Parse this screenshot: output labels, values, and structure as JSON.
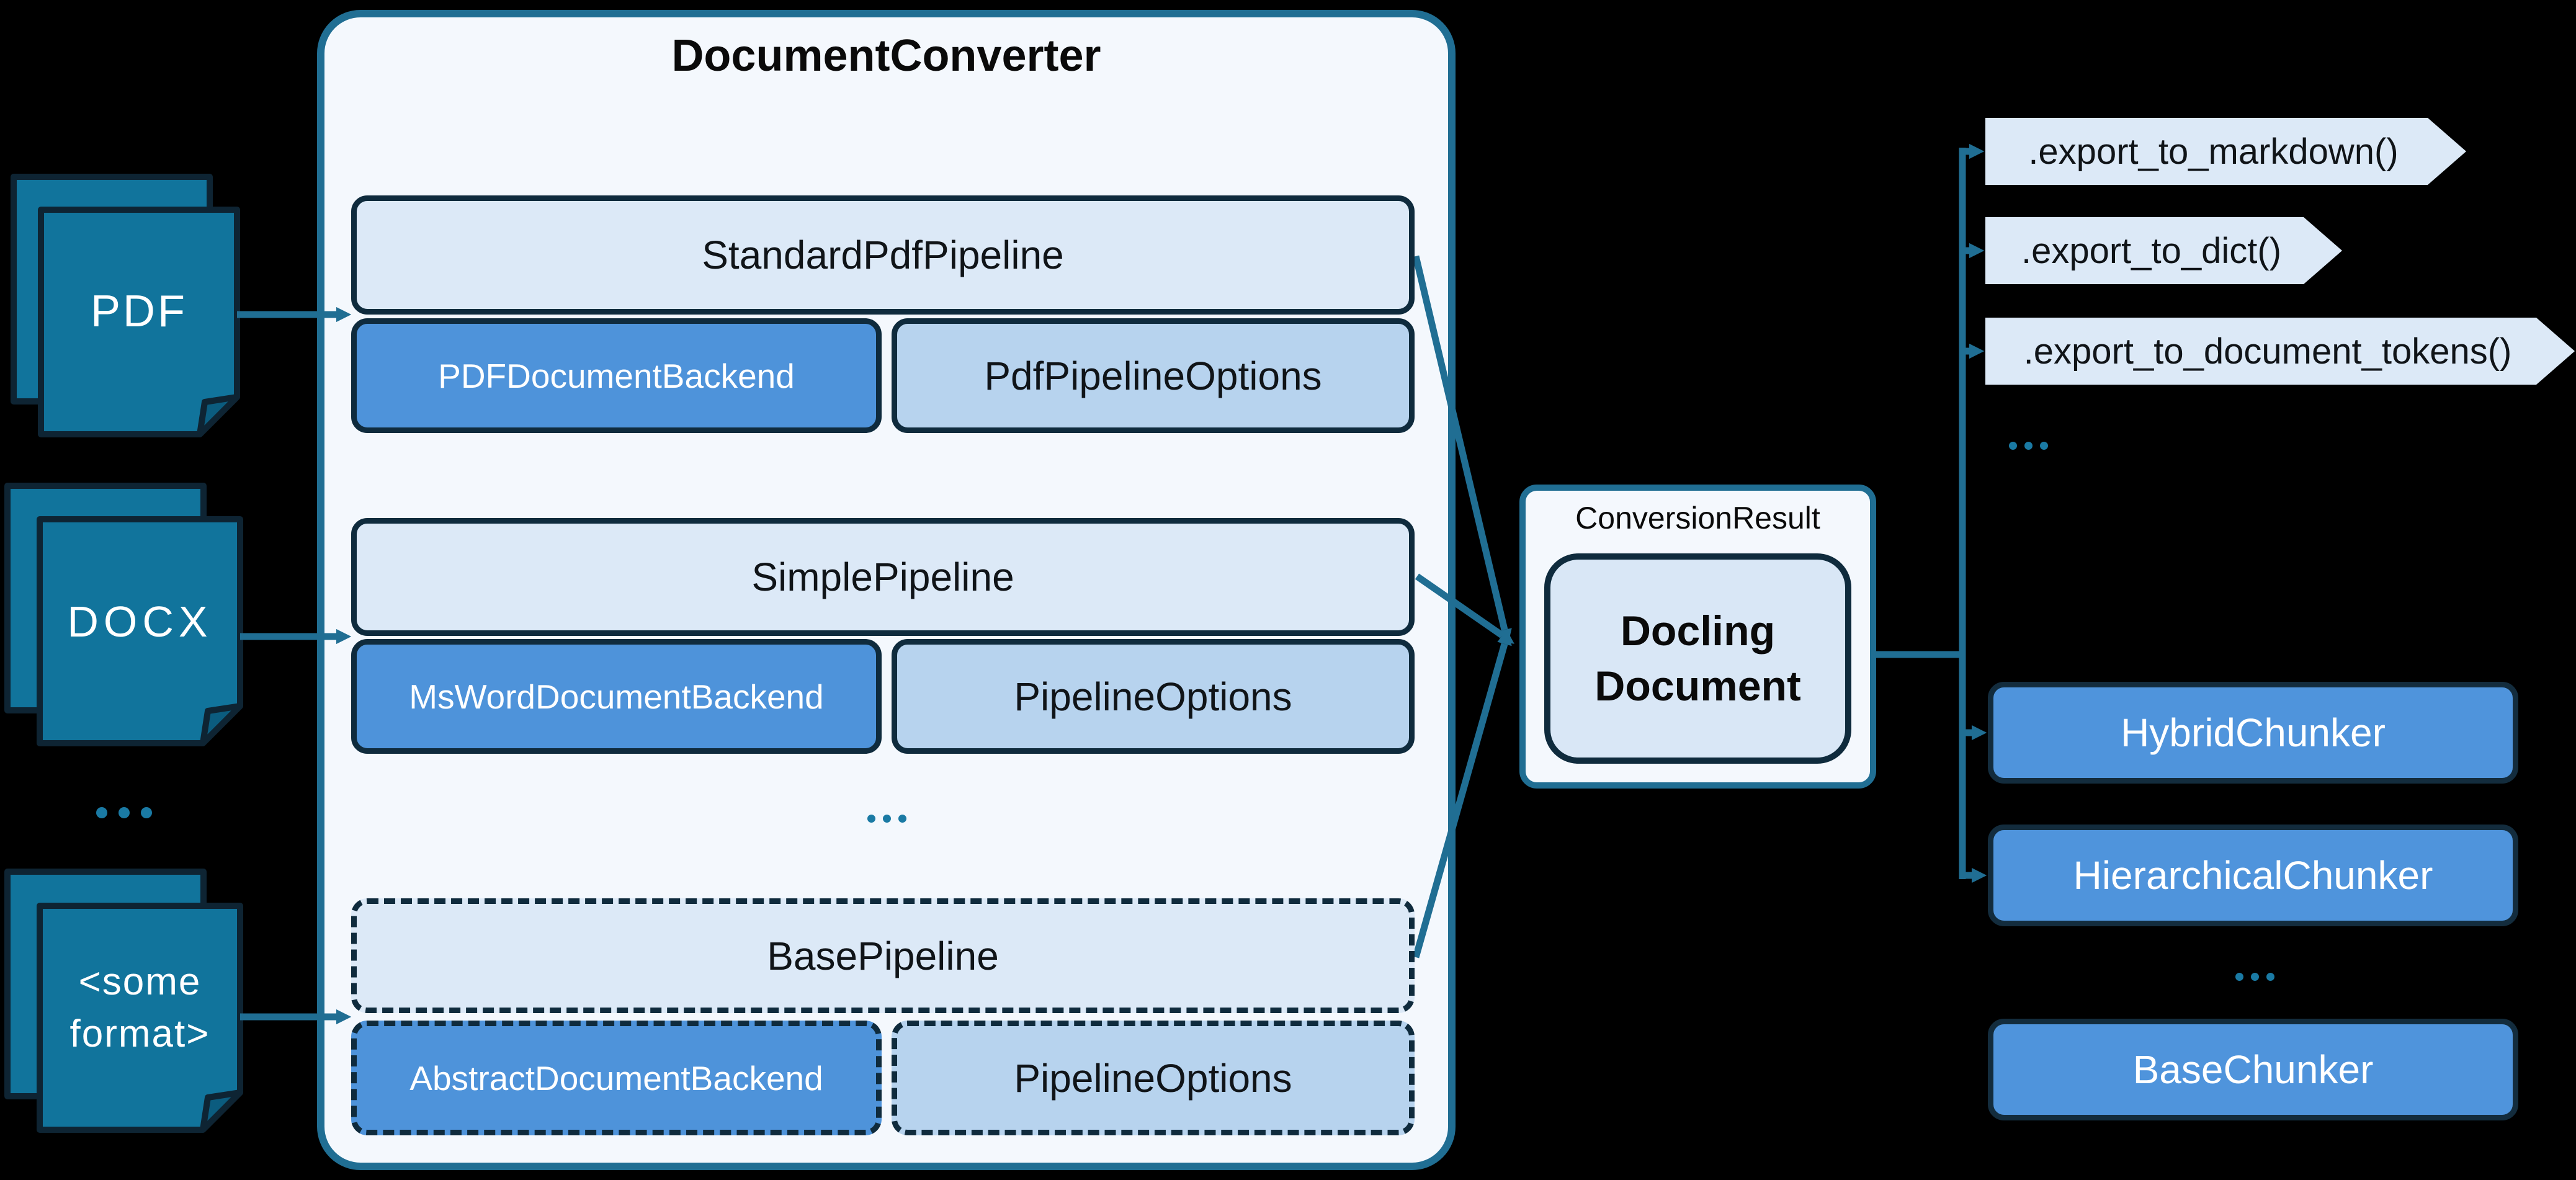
{
  "converter": {
    "title": "DocumentConverter",
    "pipelines": [
      {
        "name": "StandardPdfPipeline",
        "backend": "PDFDocumentBackend",
        "options": "PdfPipelineOptions",
        "style": "solid"
      },
      {
        "name": "SimplePipeline",
        "backend": "MsWordDocumentBackend",
        "options": "PipelineOptions",
        "style": "solid"
      },
      {
        "name": "BasePipeline",
        "backend": "AbstractDocumentBackend",
        "options": "PipelineOptions",
        "style": "dashed"
      }
    ],
    "more_pipelines_ellipsis": "..."
  },
  "inputs": {
    "documents": [
      {
        "label": "PDF"
      },
      {
        "label": "DOCX"
      },
      {
        "label": "<some format>"
      }
    ],
    "more_formats_ellipsis": "..."
  },
  "result": {
    "container_label": "ConversionResult",
    "document_label": "Docling Document"
  },
  "exports": {
    "methods": [
      ".export_to_markdown()",
      ".export_to_dict()",
      ".export_to_document_tokens()"
    ],
    "more_methods_ellipsis": "..."
  },
  "chunkers": {
    "items": [
      {
        "label": "HybridChunker",
        "style": "solid"
      },
      {
        "label": "HierarchicalChunker",
        "style": "solid"
      },
      {
        "label": "BaseChunker",
        "style": "dashed"
      }
    ],
    "more_chunkers_ellipsis": "..."
  },
  "colors": {
    "connector": "#206e93",
    "document_icon_fill": "#11749c",
    "dark_border": "#0f2b3d",
    "pipeline_fill": "#dce9f7",
    "backend_fill": "#4e93da",
    "options_fill": "#b7d3ee",
    "panel_fill": "#f4f8fd",
    "docling_document_fill": "#d9e7f6",
    "pennant_fill": "#dce9f7",
    "chunker_fill": "#4f94dc",
    "ellipsis_dot": "#1a7aa4"
  }
}
